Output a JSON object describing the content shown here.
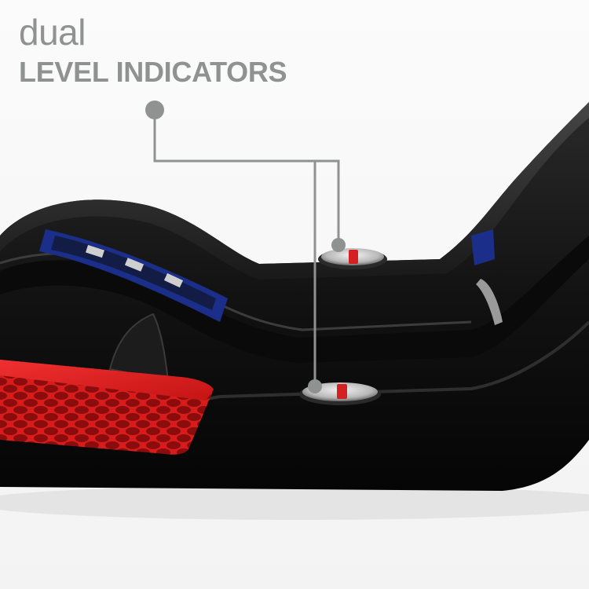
{
  "headline": {
    "line1": "dual",
    "line2": "LEVEL INDICATORS"
  },
  "colors": {
    "headline_text": "#8f9291",
    "callout_line": "#8f9291",
    "base_body": "#111111",
    "footrest_accent": "#e01e1e",
    "background": "#f7f7f7"
  },
  "callout": {
    "pointer_count": 2,
    "icon": "callout-dot-icon"
  }
}
